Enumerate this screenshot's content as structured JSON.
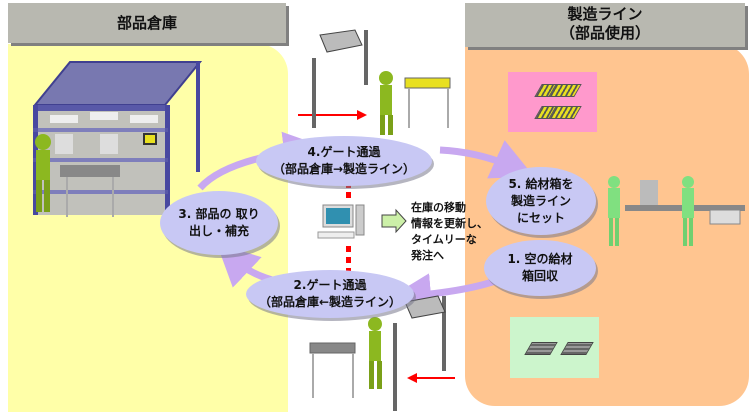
{
  "zones": {
    "left": {
      "title": "部品倉庫"
    },
    "right": {
      "title_line1": "製造ライン",
      "title_line2": "（部品使用）"
    }
  },
  "steps": [
    {
      "id": 1,
      "line1": "1. 空の給材",
      "line2": "箱回収"
    },
    {
      "id": 2,
      "line1": "2.ゲート通過",
      "line2": "（部品倉庫←製造ライン）"
    },
    {
      "id": 3,
      "line1": "3. 部品の 取り",
      "line2": "出し・補充"
    },
    {
      "id": 4,
      "line1": "4.ゲート通過",
      "line2": "（部品倉庫→製造ライン）"
    },
    {
      "id": 5,
      "line1": "5. 給材箱を",
      "line2": "製造ライン",
      "line3": "にセット"
    }
  ],
  "info": {
    "text": "在庫の移動\n情報を更新し、\nタイムリーな\n発注へ"
  },
  "colors": {
    "warehouse_zone": "#ffff99",
    "line_zone": "#ffc28a",
    "header": "#b8b8b0",
    "step_ellipse": "#c8c8f4",
    "cycle_arrow": "#c8a8f0",
    "gate_arrow": "#ff0000",
    "full_box_area": "#ff99cc",
    "empty_box_area": "#ccf5cc"
  }
}
